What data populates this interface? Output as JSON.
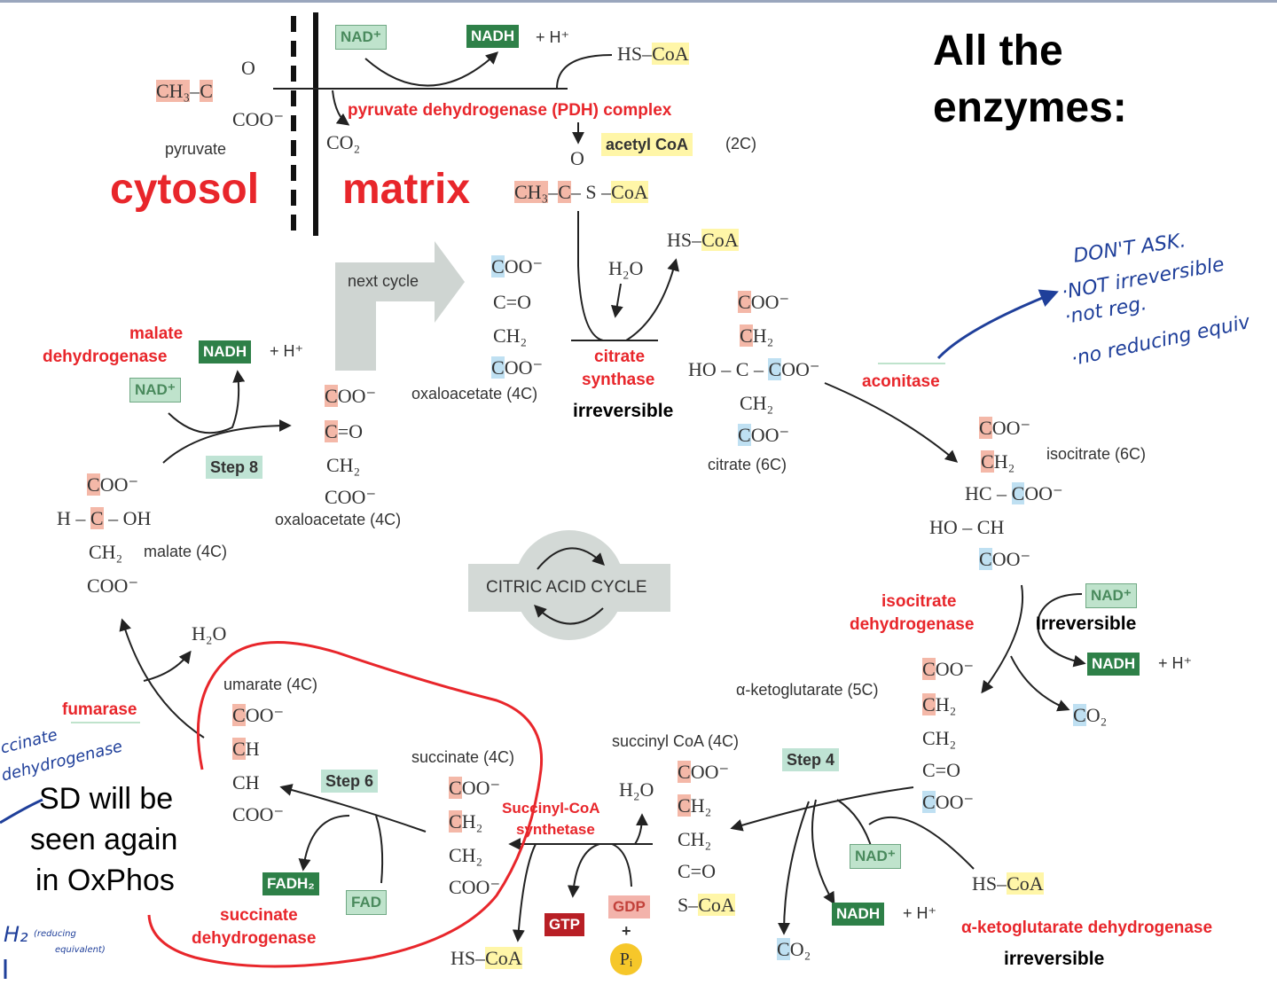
{
  "title_line1": "All the",
  "title_line2": "enzymes:",
  "compartments": {
    "cytosol": "cytosol",
    "matrix": "matrix"
  },
  "pdh": {
    "nad": "NAD⁺",
    "nadh": "NADH",
    "h_plus": "+ H⁺",
    "hscoa": "HS–CoA",
    "enzyme": "pyruvate dehydrogenase (PDH) complex",
    "co2": "CO₂",
    "acetylcoa": "acetyl CoA",
    "carbons": "(2C)"
  },
  "pyruvate": {
    "ch3": "CH₃",
    "dash": "–",
    "c": "C",
    "o": "O",
    "coo": "COO⁻",
    "name": "pyruvate"
  },
  "acetyl": {
    "o": "O",
    "ch3": "CH₃",
    "dash1": "–",
    "c": "C",
    "mid": "– S –",
    "coa": "CoA"
  },
  "next_cycle": "next cycle",
  "citrate_synthase": {
    "hscoa_pre": "HS–",
    "coa": "CoA",
    "h2o": "H₂O",
    "enzyme_line1": "citrate",
    "enzyme_line2": "synthase",
    "note": "irreversible"
  },
  "oxaloacetate_top": {
    "coo1": "COO⁻",
    "c_o": "C=O",
    "ch2": "CH₂",
    "coo2": "COO⁻",
    "name": "oxaloacetate (4C)"
  },
  "citrate": {
    "coo1": "COO⁻",
    "ch2a": "CH₂",
    "row_pre": "HO – C –",
    "row_coo": "COO⁻",
    "ch2b": "CH₂",
    "coo2": "COO⁻",
    "name": "citrate (6C)"
  },
  "aconitase": "aconitase",
  "isocitrate": {
    "coo1": "COO⁻",
    "ch2": "CH₂",
    "hc_pre": "HC –",
    "hc_coo": "COO⁻",
    "hoch": "HO – CH",
    "coo2": "COO⁻",
    "name": "isocitrate (6C)"
  },
  "icdh": {
    "line1": "isocitrate",
    "line2": "dehydrogenase",
    "note": "Irreversible",
    "nad": "NAD⁺",
    "nadh": "NADH",
    "h_plus": "+ H⁺",
    "co2": "CO₂"
  },
  "akg": {
    "name": "α-ketoglutarate (5C)",
    "coo1": "COO⁻",
    "ch2a": "CH₂",
    "ch2b": "CH₂",
    "c_o": "C=O",
    "coo2": "COO⁻"
  },
  "step4": "Step 4",
  "akgdh": {
    "nad": "NAD⁺",
    "nadh": "NADH",
    "h_plus": "+ H⁺",
    "hscoa_pre": "HS–",
    "coa": "CoA",
    "co2": "CO₂",
    "enzyme": "α-ketoglutarate dehydrogenase",
    "note": "irreversible"
  },
  "succinyl_coa": {
    "name": "succinyl CoA (4C)",
    "coo": "COO⁻",
    "ch2a": "CH₂",
    "ch2b": "CH₂",
    "c_o": "C=O",
    "s_pre": "S–",
    "coa": "CoA"
  },
  "scs": {
    "line1": "Succinyl-CoA",
    "line2": "synthetase",
    "h2o": "H₂O",
    "gtp": "GTP",
    "gdp": "GDP",
    "plus": "+",
    "pi": "Pᵢ",
    "hscoa_pre": "HS–",
    "coa": "CoA"
  },
  "succinate": {
    "name": "succinate (4C)",
    "coo1": "COO⁻",
    "ch2a": "CH₂",
    "ch2b": "CH₂",
    "coo2": "COO⁻"
  },
  "step6": "Step 6",
  "sdh": {
    "fadh2": "FADH₂",
    "fad": "FAD",
    "line1": "succinate",
    "line2": "dehydrogenase"
  },
  "fumarate": {
    "name": "umarate (4C)",
    "coo1": "COO⁻",
    "ch1": "CH",
    "ch2": "CH",
    "coo2": "COO⁻"
  },
  "fumarase": {
    "name": "fumarase",
    "h2o": "H₂O"
  },
  "malate": {
    "coo1": "COO⁻",
    "row_pre": "H –",
    "c": "C",
    "row_post": "– OH",
    "ch2": "CH₂",
    "name": "malate (4C)",
    "coo2": "COO⁻"
  },
  "mdh": {
    "line1": "malate",
    "line2": "dehydrogenase",
    "nadh": "NADH",
    "h_plus": "+ H⁺",
    "nad": "NAD⁺"
  },
  "step8": "Step 8",
  "oxaloacetate_left": {
    "coo1": "COO⁻",
    "c": "C",
    "eq_o": "=O",
    "ch2": "CH₂",
    "coo2": "COO⁻",
    "name": "oxaloacetate (4C)"
  },
  "cycle_label": "CITRIC ACID CYCLE",
  "note_sd": {
    "line1": "SD will be",
    "line2": "seen again",
    "line3": "in OxPhos"
  },
  "handwriting": {
    "aconitase_note": [
      "DON'T ASK.",
      "·NOT irreversible",
      "·not reg.",
      "·no reducing equiv"
    ],
    "sdh_note": [
      "ccinate",
      "dehydrogenase"
    ],
    "h2_note": [
      "H₂",
      "(reducing",
      "equivalent)"
    ]
  },
  "colors": {
    "enzyme_red": "#e8262b",
    "nadh_green": "#2e8048",
    "coa_yellow": "#fff6a8",
    "carbon_highlight": "#f4b8a8",
    "carboxyl_highlight": "#bfe0f2",
    "handwriting_blue": "#1f3f9a"
  }
}
